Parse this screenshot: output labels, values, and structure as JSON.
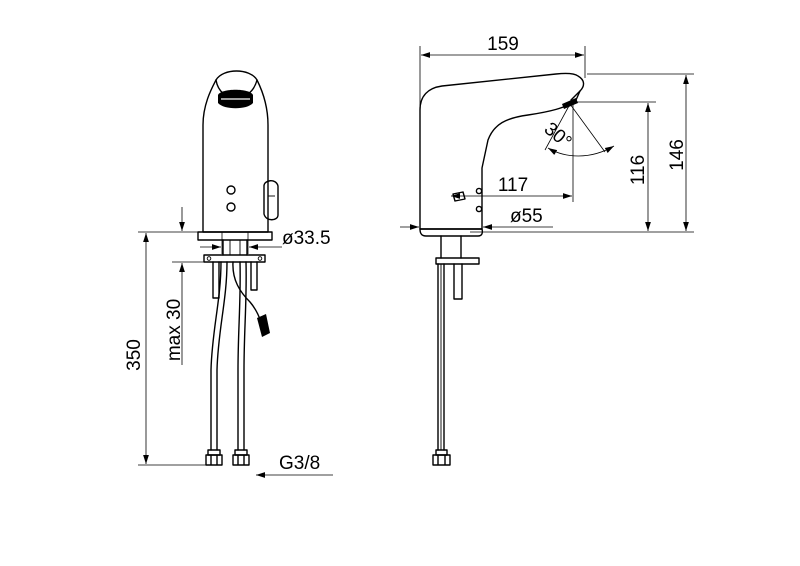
{
  "dimensions": {
    "base_diameter_front": "ø33.5",
    "deck_thickness": "max 30",
    "hose_length": "350",
    "connection_thread": "G3/8",
    "overall_length": "159",
    "overall_height": "146",
    "spout_height": "116",
    "spout_reach": "117",
    "base_diameter_side": "ø55",
    "spray_angle": "30°"
  }
}
